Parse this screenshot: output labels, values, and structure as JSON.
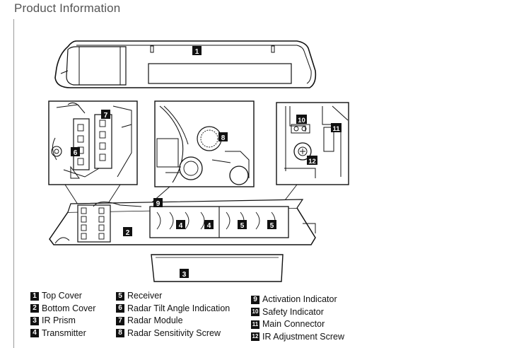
{
  "page": {
    "heading": "Product Information"
  },
  "callouts": [
    "1",
    "2",
    "3",
    "4",
    "4",
    "5",
    "5",
    "6",
    "7",
    "8",
    "9",
    "10",
    "11",
    "12"
  ],
  "legend": {
    "col1": [
      {
        "num": "1",
        "label": "Top Cover"
      },
      {
        "num": "2",
        "label": "Bottom  Cover"
      },
      {
        "num": "3",
        "label": "IR Prism"
      },
      {
        "num": "4",
        "label": "Transmitter"
      }
    ],
    "col2": [
      {
        "num": "5",
        "label": "Receiver"
      },
      {
        "num": "6",
        "label": "Radar Tilt Angle Indication"
      },
      {
        "num": "7",
        "label": "Radar  Module"
      },
      {
        "num": "8",
        "label": "Radar  Sensitivity  Screw"
      }
    ],
    "col3": [
      {
        "num": "9",
        "label": "Activation Indicator"
      },
      {
        "num": "10",
        "label": "Safety Indicator"
      },
      {
        "num": "11",
        "label": "Main Connector"
      },
      {
        "num": "12",
        "label": "IR Adjustment Screw"
      }
    ]
  }
}
